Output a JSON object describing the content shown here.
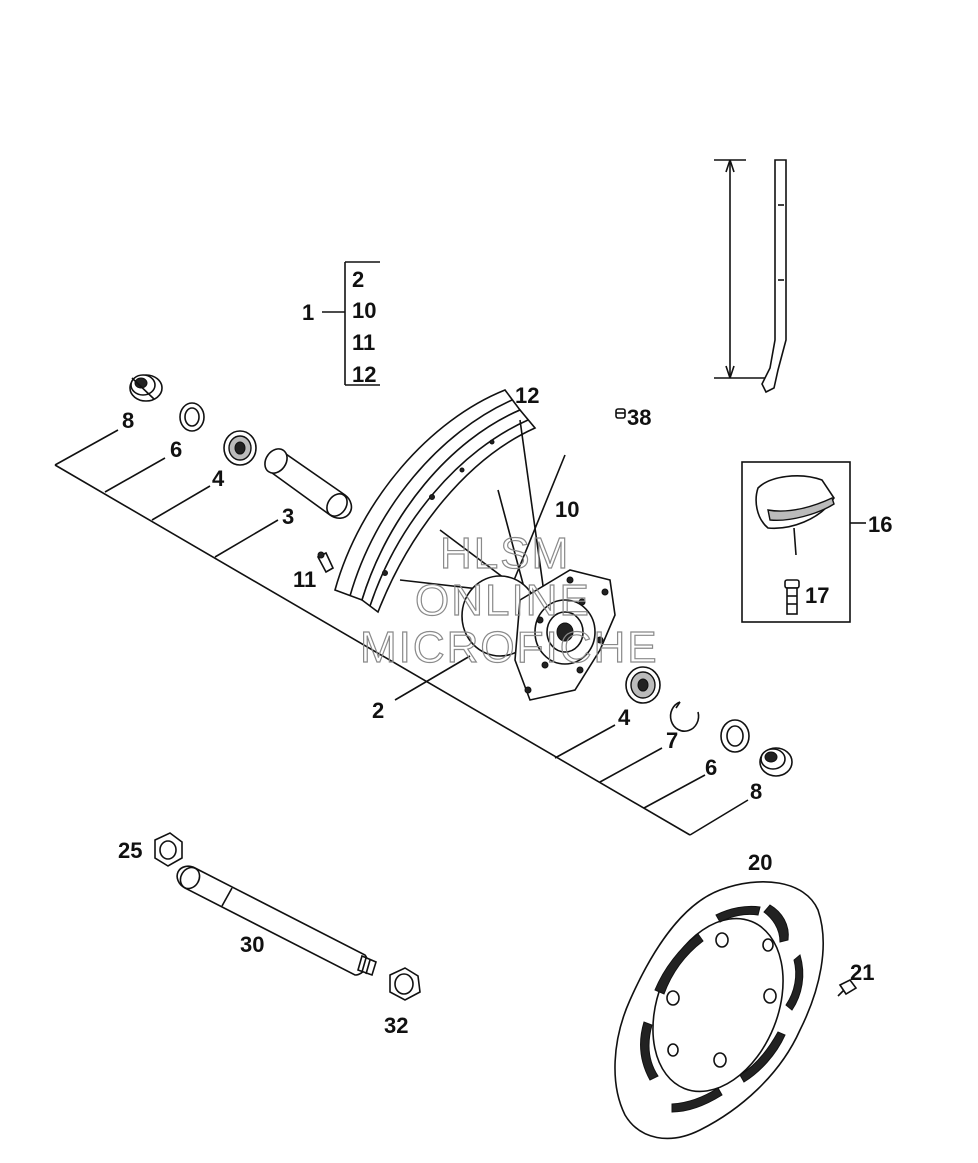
{
  "callouts": {
    "c1": "1",
    "c2_top": "2",
    "c10_top": "10",
    "c11_top": "11",
    "c12_top": "12",
    "c12": "12",
    "c38": "38",
    "c10": "10",
    "c11": "11",
    "c16": "16",
    "c17": "17",
    "c2": "2",
    "c3": "3",
    "c4_left": "4",
    "c6_left": "6",
    "c8_left": "8",
    "c4_right": "4",
    "c7": "7",
    "c6_right": "6",
    "c8_right": "8",
    "c25": "25",
    "c30": "30",
    "c32": "32",
    "c20": "20",
    "c21": "21"
  },
  "watermark": {
    "line1": "HLSM",
    "line2": "ONLINE",
    "line3": "MICROFICHE"
  }
}
